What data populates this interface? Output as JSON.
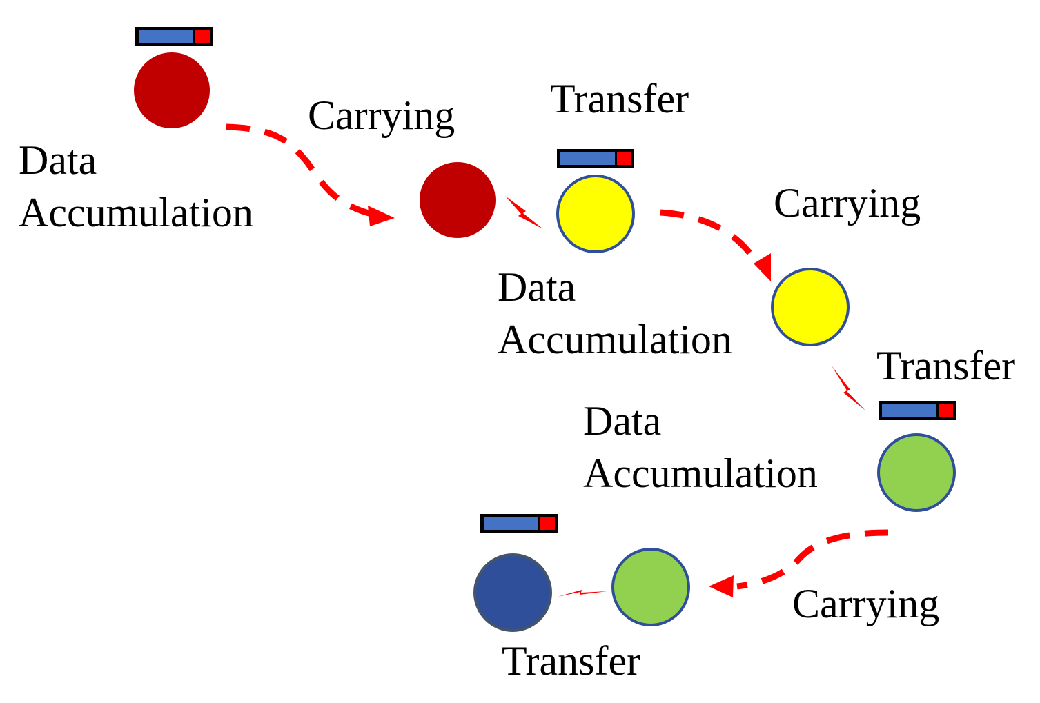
{
  "labels": {
    "data_accumulation_1_line1": "Data",
    "data_accumulation_1_line2": "Accumulation",
    "carrying_1": "Carrying",
    "transfer_1": "Transfer",
    "data_accumulation_2_line1": "Data",
    "data_accumulation_2_line2": "Accumulation",
    "carrying_2": "Carrying",
    "transfer_2": "Transfer",
    "data_accumulation_3_line1": "Data",
    "data_accumulation_3_line2": "Accumulation",
    "carrying_3": "Carrying",
    "transfer_3": "Transfer"
  },
  "colors": {
    "red_node": "#c00000",
    "yellow_node": "#ffff00",
    "green_node": "#92d050",
    "blue_node": "#2f4f9a",
    "node_outline": "#2f4f9a",
    "path": "#ff0000",
    "buffer_blue": "#4472c4",
    "buffer_red": "#ff0000",
    "buffer_border": "#000000"
  }
}
